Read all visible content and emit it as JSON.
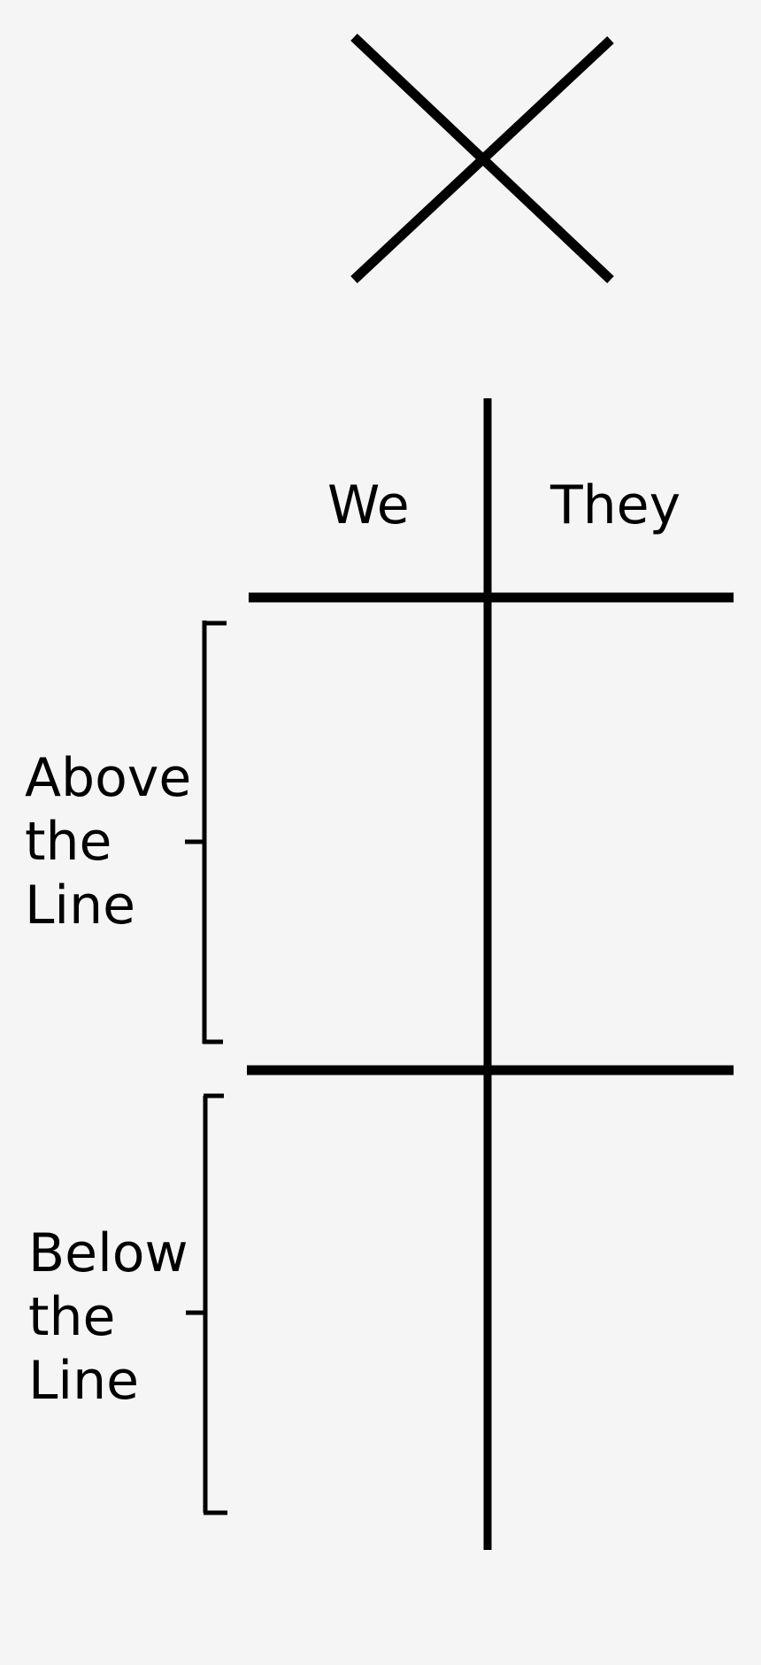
{
  "page": {
    "description": "Bridge score sheet diagram",
    "background_color": "#f5f5f5",
    "line_color": "#000000"
  },
  "icons": {
    "x_mark": "x-cross-mark"
  },
  "columns": {
    "we": "We",
    "they": "They"
  },
  "labels": {
    "above": "Above\nthe\nLine",
    "below": "Below\nthe\nLine"
  }
}
